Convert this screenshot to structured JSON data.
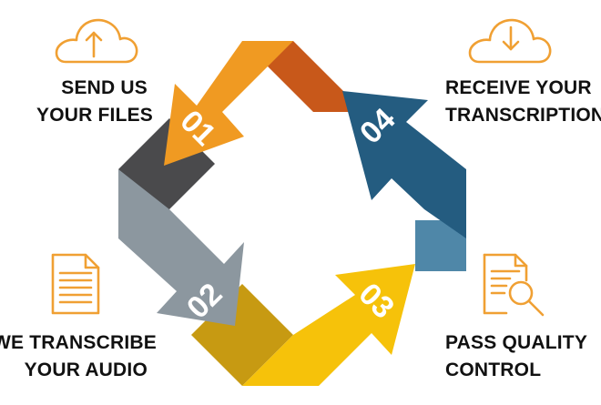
{
  "steps": [
    {
      "number": "01",
      "line1": "SEND US",
      "line2": "YOUR FILES",
      "color": "#f09a22",
      "shadow_color": "#4a4a4c",
      "icon": "cloud-upload-icon"
    },
    {
      "number": "02",
      "line1": "WE TRANSCRIBE",
      "line2": "YOUR AUDIO",
      "color": "#8c979f",
      "shadow_color": "#c79a12",
      "icon": "document-icon"
    },
    {
      "number": "03",
      "line1": "PASS QUALITY",
      "line2": "CONTROL",
      "color": "#f6c20a",
      "shadow_color": "#4f87a8",
      "icon": "document-search-icon"
    },
    {
      "number": "04",
      "line1": "RECEIVE YOUR",
      "line2": "TRANSCRIPTION",
      "color": "#245c80",
      "shadow_color": "#c8581a",
      "icon": "cloud-download-icon"
    }
  ],
  "icon_color": "#f0a033"
}
